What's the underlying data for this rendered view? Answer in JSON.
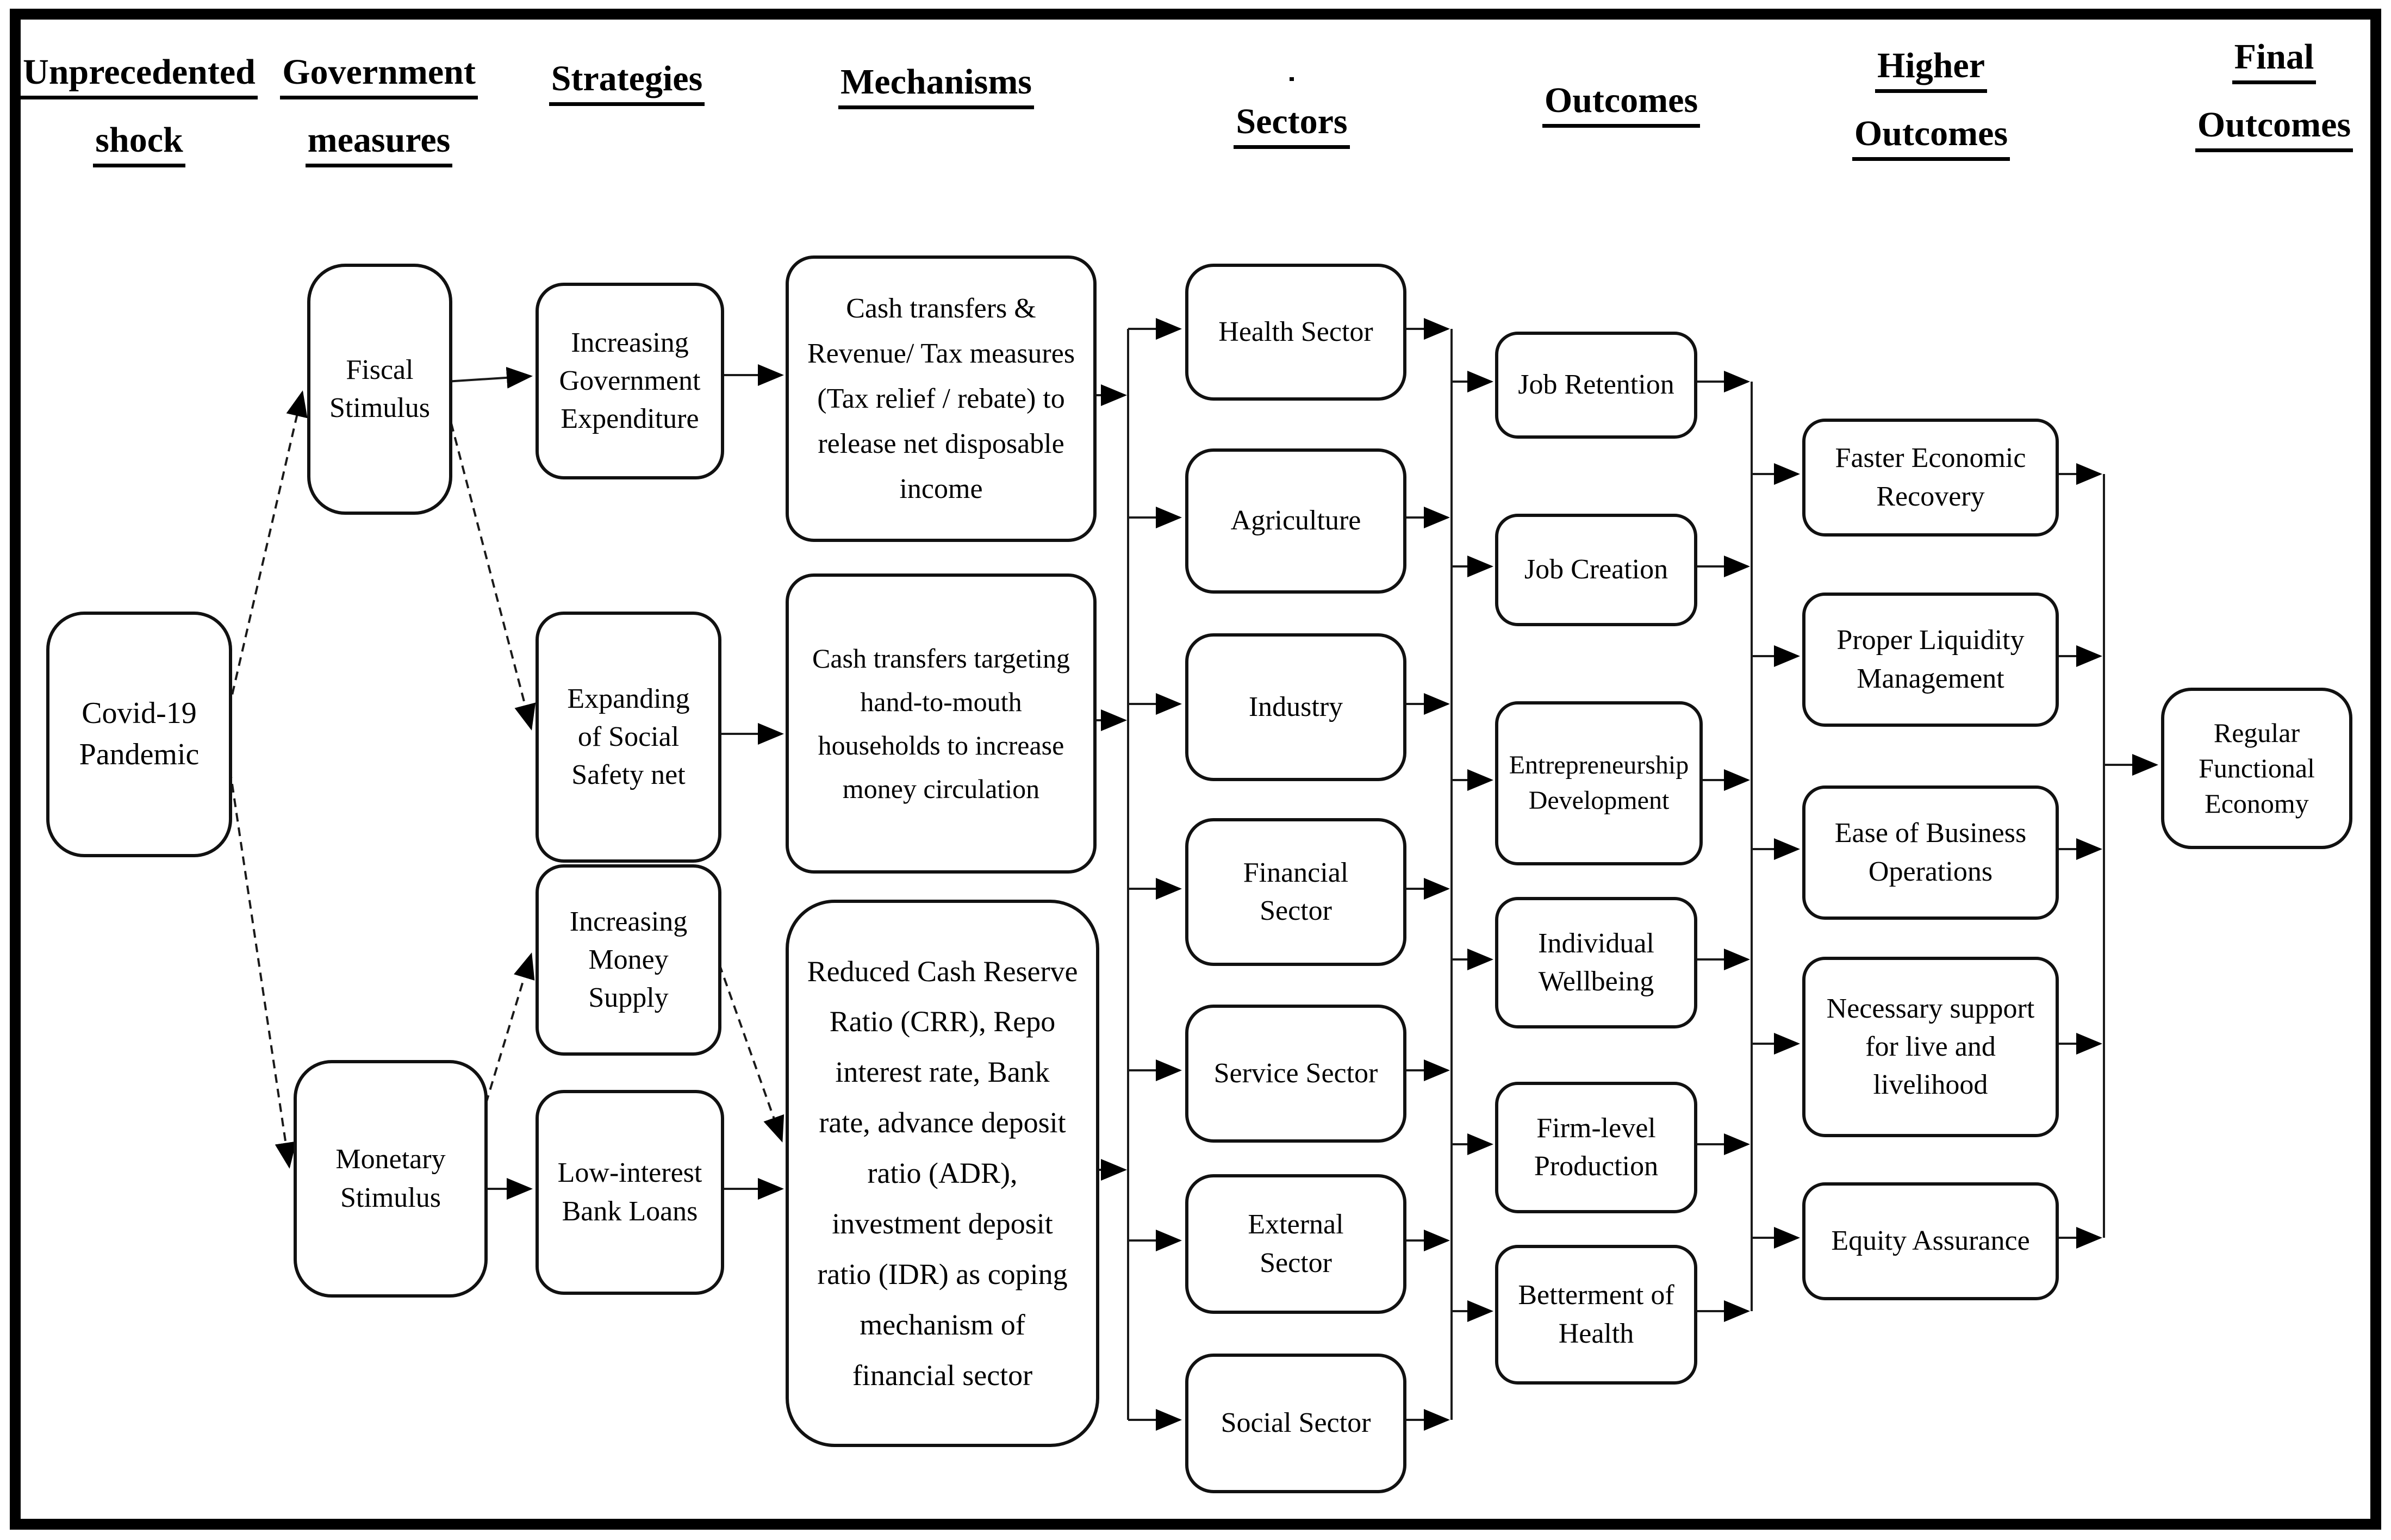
{
  "meta": {
    "background_color": "#ffffff",
    "line_color": "#000000",
    "description": "Flowchart: Covid-19 pandemic government measures to final outcomes"
  },
  "headers": {
    "shock": [
      "Unprecedented",
      "shock"
    ],
    "measures": [
      "Government",
      "measures"
    ],
    "strategies": [
      "Strategies"
    ],
    "mechanisms": [
      "Mechanisms"
    ],
    "sectors": [
      "Sectors"
    ],
    "outcomes": [
      "Outcomes"
    ],
    "higher": [
      "Higher",
      "Outcomes"
    ],
    "final": [
      "Final",
      "Outcomes"
    ]
  },
  "nodes": {
    "covid": {
      "label": "Covid-19\nPandemic"
    },
    "fiscal": {
      "label": "Fiscal\nStimulus"
    },
    "monetary": {
      "label": "Monetary\nStimulus"
    },
    "ige": {
      "label": "Increasing\nGovernment\nExpenditure"
    },
    "essn": {
      "label": "Expanding\nof Social\nSafety net"
    },
    "ims": {
      "label": "Increasing\nMoney\nSupply"
    },
    "libl": {
      "label": "Low-interest\nBank Loans"
    },
    "mech1": {
      "label": "Cash transfers &\nRevenue/ Tax measures\n(Tax relief / rebate) to\nrelease net disposable\nincome"
    },
    "mech2": {
      "label": "Cash transfers targeting\nhand-to-mouth\nhouseholds to increase\nmoney circulation"
    },
    "mech3": {
      "label": "Reduced Cash Reserve\nRatio (CRR), Repo\ninterest rate, Bank\nrate, advance deposit\nratio (ADR),\ninvestment deposit\nratio (IDR) as coping\nmechanism of\nfinancial sector"
    },
    "health": {
      "label": "Health Sector"
    },
    "agriculture": {
      "label": "Agriculture"
    },
    "industry": {
      "label": "Industry"
    },
    "financial": {
      "label": "Financial\nSector"
    },
    "service": {
      "label": "Service Sector"
    },
    "external": {
      "label": "External\nSector"
    },
    "social": {
      "label": "Social Sector"
    },
    "jobret": {
      "label": "Job Retention"
    },
    "jobcre": {
      "label": "Job Creation"
    },
    "entdev": {
      "label": "Entrepreneurship\nDevelopment"
    },
    "indwell": {
      "label": "Individual\nWellbeing"
    },
    "firmprod": {
      "label": "Firm-level\nProduction"
    },
    "betterhealth": {
      "label": "Betterment of\nHealth"
    },
    "faster": {
      "label": "Faster Economic\nRecovery"
    },
    "liquidity": {
      "label": "Proper Liquidity\nManagement"
    },
    "ease": {
      "label": "Ease of Business\nOperations"
    },
    "necessary": {
      "label": "Necessary support\nfor live and\nlivelihood"
    },
    "equity": {
      "label": "Equity Assurance"
    },
    "regular": {
      "label": "Regular\nFunctional\nEconomy"
    }
  }
}
